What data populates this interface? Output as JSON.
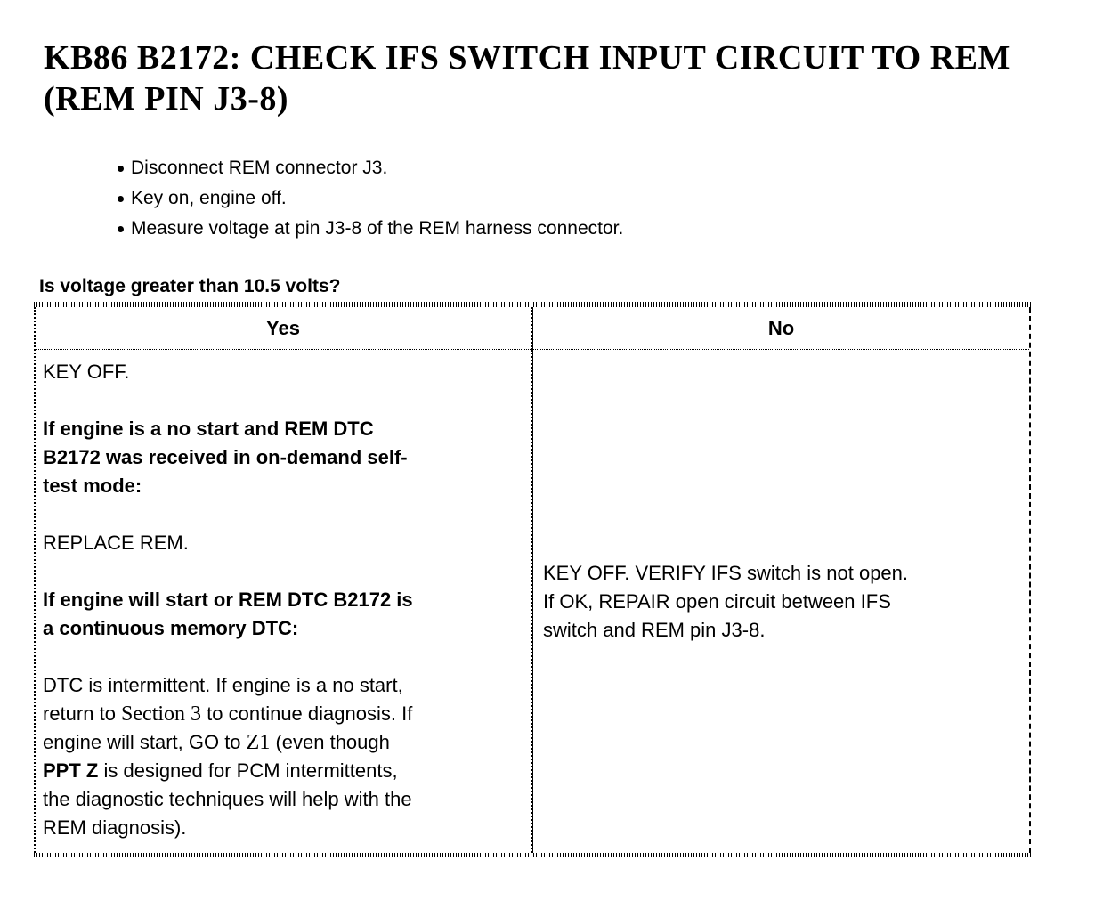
{
  "colors": {
    "ink": "#000000",
    "paper": "#ffffff"
  },
  "header": {
    "title_line1": "KB86 B2172: CHECK IFS SWITCH INPUT CIRCUIT TO REM",
    "title_line2": "(REM PIN J3-8)"
  },
  "procedure": {
    "bullets": [
      "Disconnect REM connector J3.",
      "Key on, engine off.",
      "Measure voltage at pin J3-8 of the REM harness connector."
    ],
    "question": "Is voltage greater than 10.5 volts?"
  },
  "table": {
    "headers": [
      "Yes",
      "No"
    ],
    "yes_lines": [
      {
        "runs": [
          {
            "text": "KEY OFF.",
            "style": "regular"
          }
        ]
      },
      {
        "runs": []
      },
      {
        "runs": [
          {
            "text": "If engine is a no start and REM DTC",
            "style": "bold"
          }
        ]
      },
      {
        "runs": [
          {
            "text": "B2172 was received in on-demand self-",
            "style": "bold"
          }
        ]
      },
      {
        "runs": [
          {
            "text": "test mode:",
            "style": "bold"
          }
        ]
      },
      {
        "runs": []
      },
      {
        "runs": [
          {
            "text": "REPLACE REM.",
            "style": "regular"
          }
        ]
      },
      {
        "runs": []
      },
      {
        "runs": [
          {
            "text": "If engine will start or REM DTC B2172 is",
            "style": "bold"
          }
        ]
      },
      {
        "runs": [
          {
            "text": "a continuous memory DTC:",
            "style": "bold"
          }
        ]
      },
      {
        "runs": []
      },
      {
        "runs": [
          {
            "text": "DTC is intermittent. If engine is a no start,",
            "style": "regular"
          }
        ]
      },
      {
        "runs": [
          {
            "text": "return to ",
            "style": "regular"
          },
          {
            "text": "Section 3",
            "style": "serif",
            "name": "section-3-link",
            "interactable": true
          },
          {
            "text": " to continue diagnosis. If",
            "style": "regular"
          }
        ]
      },
      {
        "runs": [
          {
            "text": "engine will start, GO to ",
            "style": "regular"
          },
          {
            "text": "Z1",
            "style": "serif",
            "name": "z1-link",
            "interactable": true
          },
          {
            "text": " (even though",
            "style": "regular"
          }
        ]
      },
      {
        "runs": [
          {
            "text": "PPT Z",
            "style": "bold"
          },
          {
            "text": " is designed for PCM intermittents,",
            "style": "regular"
          }
        ]
      },
      {
        "runs": [
          {
            "text": "the diagnostic techniques will help with the",
            "style": "regular"
          }
        ]
      },
      {
        "runs": [
          {
            "text": "REM diagnosis).",
            "style": "regular"
          }
        ]
      }
    ],
    "no_lines": [
      {
        "runs": [
          {
            "text": "KEY OFF. VERIFY IFS switch is not open.",
            "style": "regular"
          }
        ]
      },
      {
        "runs": [
          {
            "text": "If OK, REPAIR open circuit between IFS",
            "style": "regular"
          }
        ]
      },
      {
        "runs": [
          {
            "text": "switch and REM pin J3-8.",
            "style": "regular"
          }
        ]
      }
    ]
  }
}
